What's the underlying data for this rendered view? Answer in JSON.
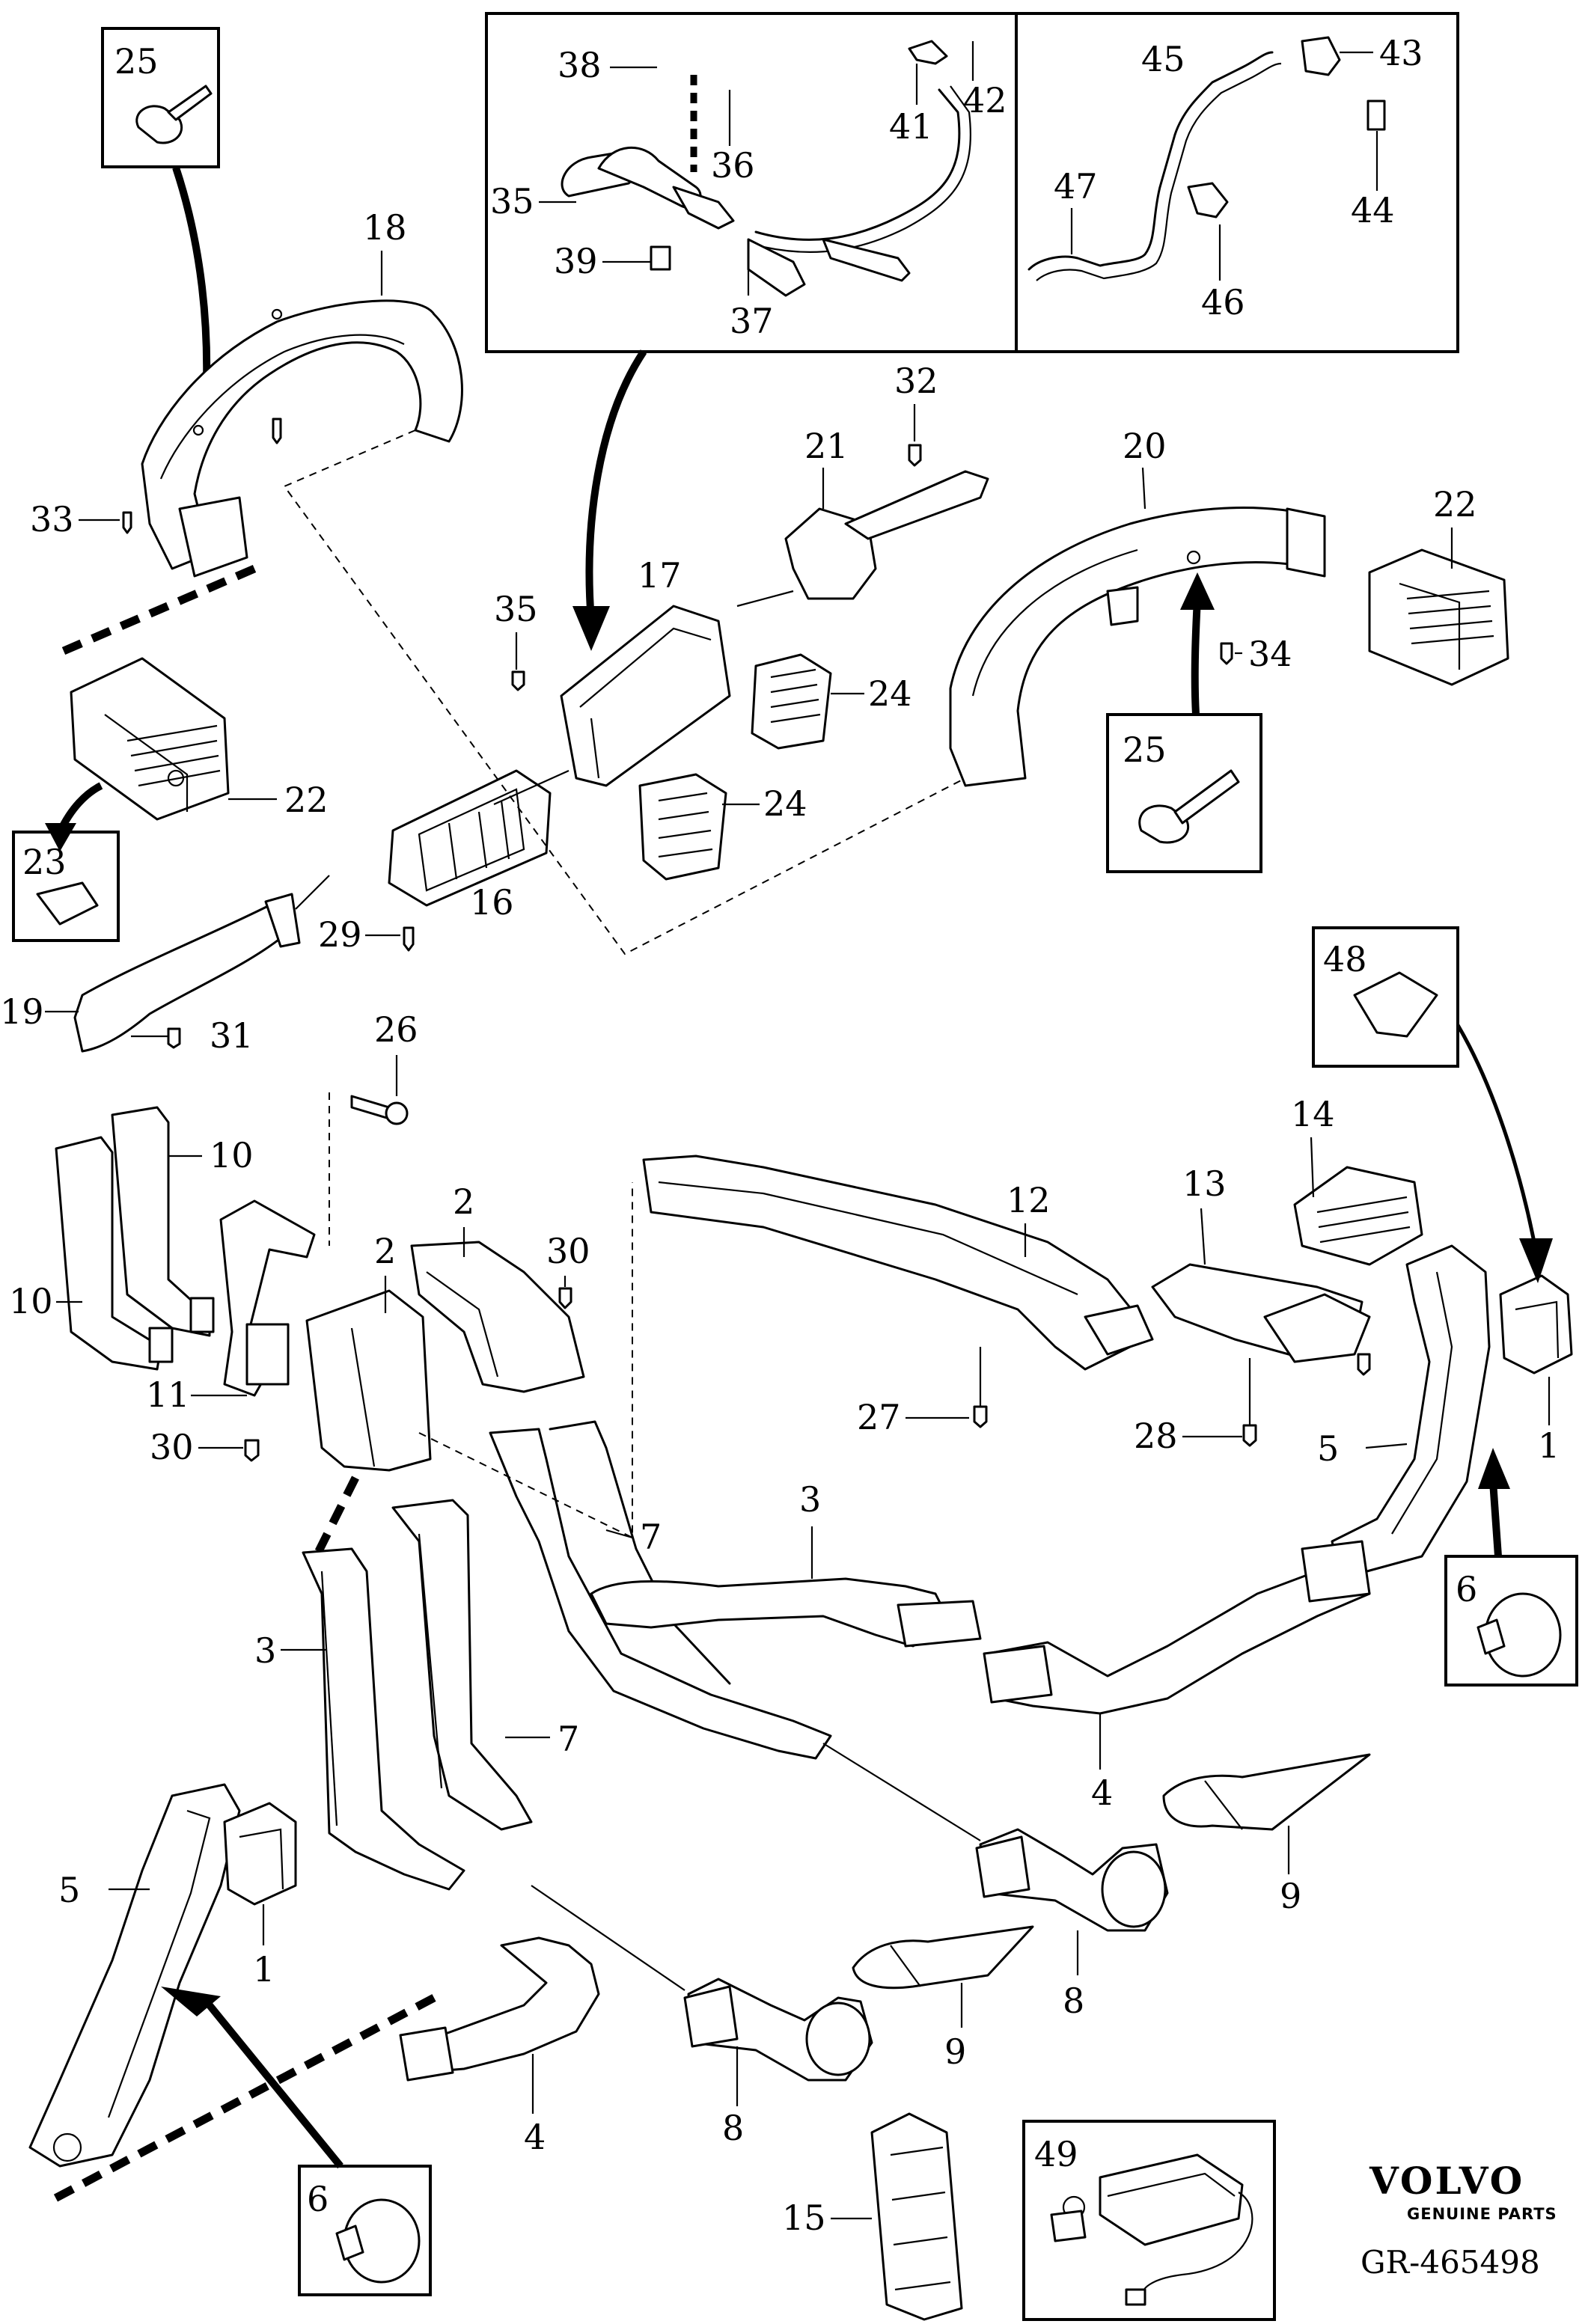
{
  "diagram": {
    "callouts": {
      "c1a": "1",
      "c1b": "1",
      "c2a": "2",
      "c2b": "2",
      "c3a": "3",
      "c3b": "3",
      "c4a": "4",
      "c4b": "4",
      "c5a": "5",
      "c5b": "5",
      "c6a": "6",
      "c6b": "6",
      "c7a": "7",
      "c7b": "7",
      "c8a": "8",
      "c8b": "8",
      "c9a": "9",
      "c9b": "9",
      "c10a": "10",
      "c10b": "10",
      "c11": "11",
      "c12": "12",
      "c13": "13",
      "c14": "14",
      "c15": "15",
      "c16": "16",
      "c17": "17",
      "c18": "18",
      "c19": "19",
      "c20": "20",
      "c21": "21",
      "c22a": "22",
      "c22b": "22",
      "c23": "23",
      "c24a": "24",
      "c24b": "24",
      "c25a": "25",
      "c25b": "25",
      "c26": "26",
      "c27": "27",
      "c28": "28",
      "c29": "29",
      "c30a": "30",
      "c30b": "30",
      "c31": "31",
      "c32": "32",
      "c33": "33",
      "c34": "34",
      "c35a": "35",
      "c35b": "35",
      "c36": "36",
      "c37": "37",
      "c38": "38",
      "c39": "39",
      "c41": "41",
      "c42": "42",
      "c43": "43",
      "c44": "44",
      "c45": "45",
      "c46": "46",
      "c47": "47",
      "c48": "48",
      "c49": "49"
    },
    "brand": "VOLVO",
    "brand_sub": "GENUINE PARTS",
    "drawing_code": "GR-465498"
  },
  "colors": {
    "line": "#000000",
    "background": "#ffffff"
  },
  "icons": [
    "screw-icon",
    "clip-icon",
    "bracket-icon",
    "pin-icon",
    "module-icon"
  ]
}
